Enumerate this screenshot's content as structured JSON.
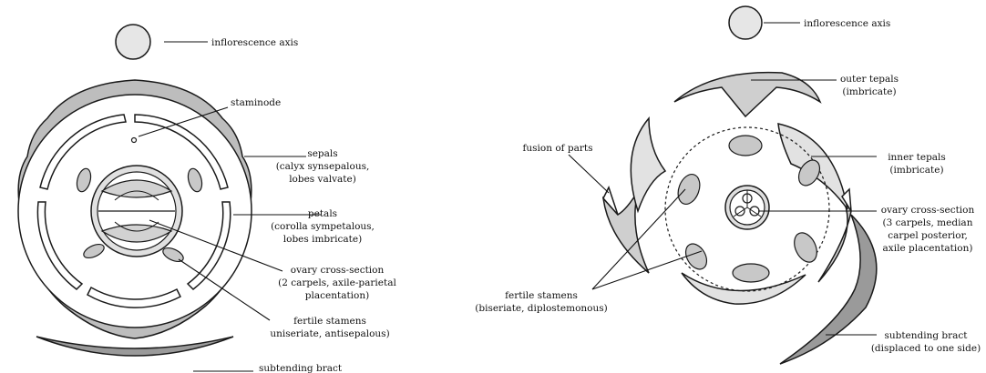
{
  "colors": {
    "outline": "#1a1a1a",
    "petal_fill": "#ffffff",
    "sepal_fill": "#bdbdbd",
    "tepal_fill": "#cfcfcf",
    "bract_fill": "#9a9a9a",
    "stamen_fill": "#c8c8c8",
    "axis_fill": "#e6e6e6"
  },
  "left_diagram": {
    "labels": {
      "inflorescence_axis": "inflorescence axis",
      "staminode": "staminode",
      "sepals": [
        "sepals",
        "(calyx synsepalous,",
        "lobes valvate)"
      ],
      "petals": [
        "petals",
        "(corolla sympetalous,",
        "lobes imbricate)"
      ],
      "ovary": [
        "ovary cross-section",
        "(2 carpels, axile-parietal",
        "placentation)"
      ],
      "stamens": [
        "fertile stamens",
        "uniseriate, antisepalous)"
      ],
      "bract": "subtending bract"
    }
  },
  "right_diagram": {
    "labels": {
      "inflorescence_axis": "inflorescence axis",
      "outer_tepals": [
        "outer tepals",
        "(imbricate)"
      ],
      "inner_tepals": [
        "inner tepals",
        "(imbricate)"
      ],
      "fusion": "fusion of parts",
      "ovary": [
        "ovary cross-section",
        "(3 carpels, median",
        "carpel posterior,",
        "axile placentation)"
      ],
      "stamens": [
        "fertile stamens",
        "(biseriate, diplostemonous)"
      ],
      "bract": [
        "subtending bract",
        "(displaced to one side)"
      ]
    }
  }
}
